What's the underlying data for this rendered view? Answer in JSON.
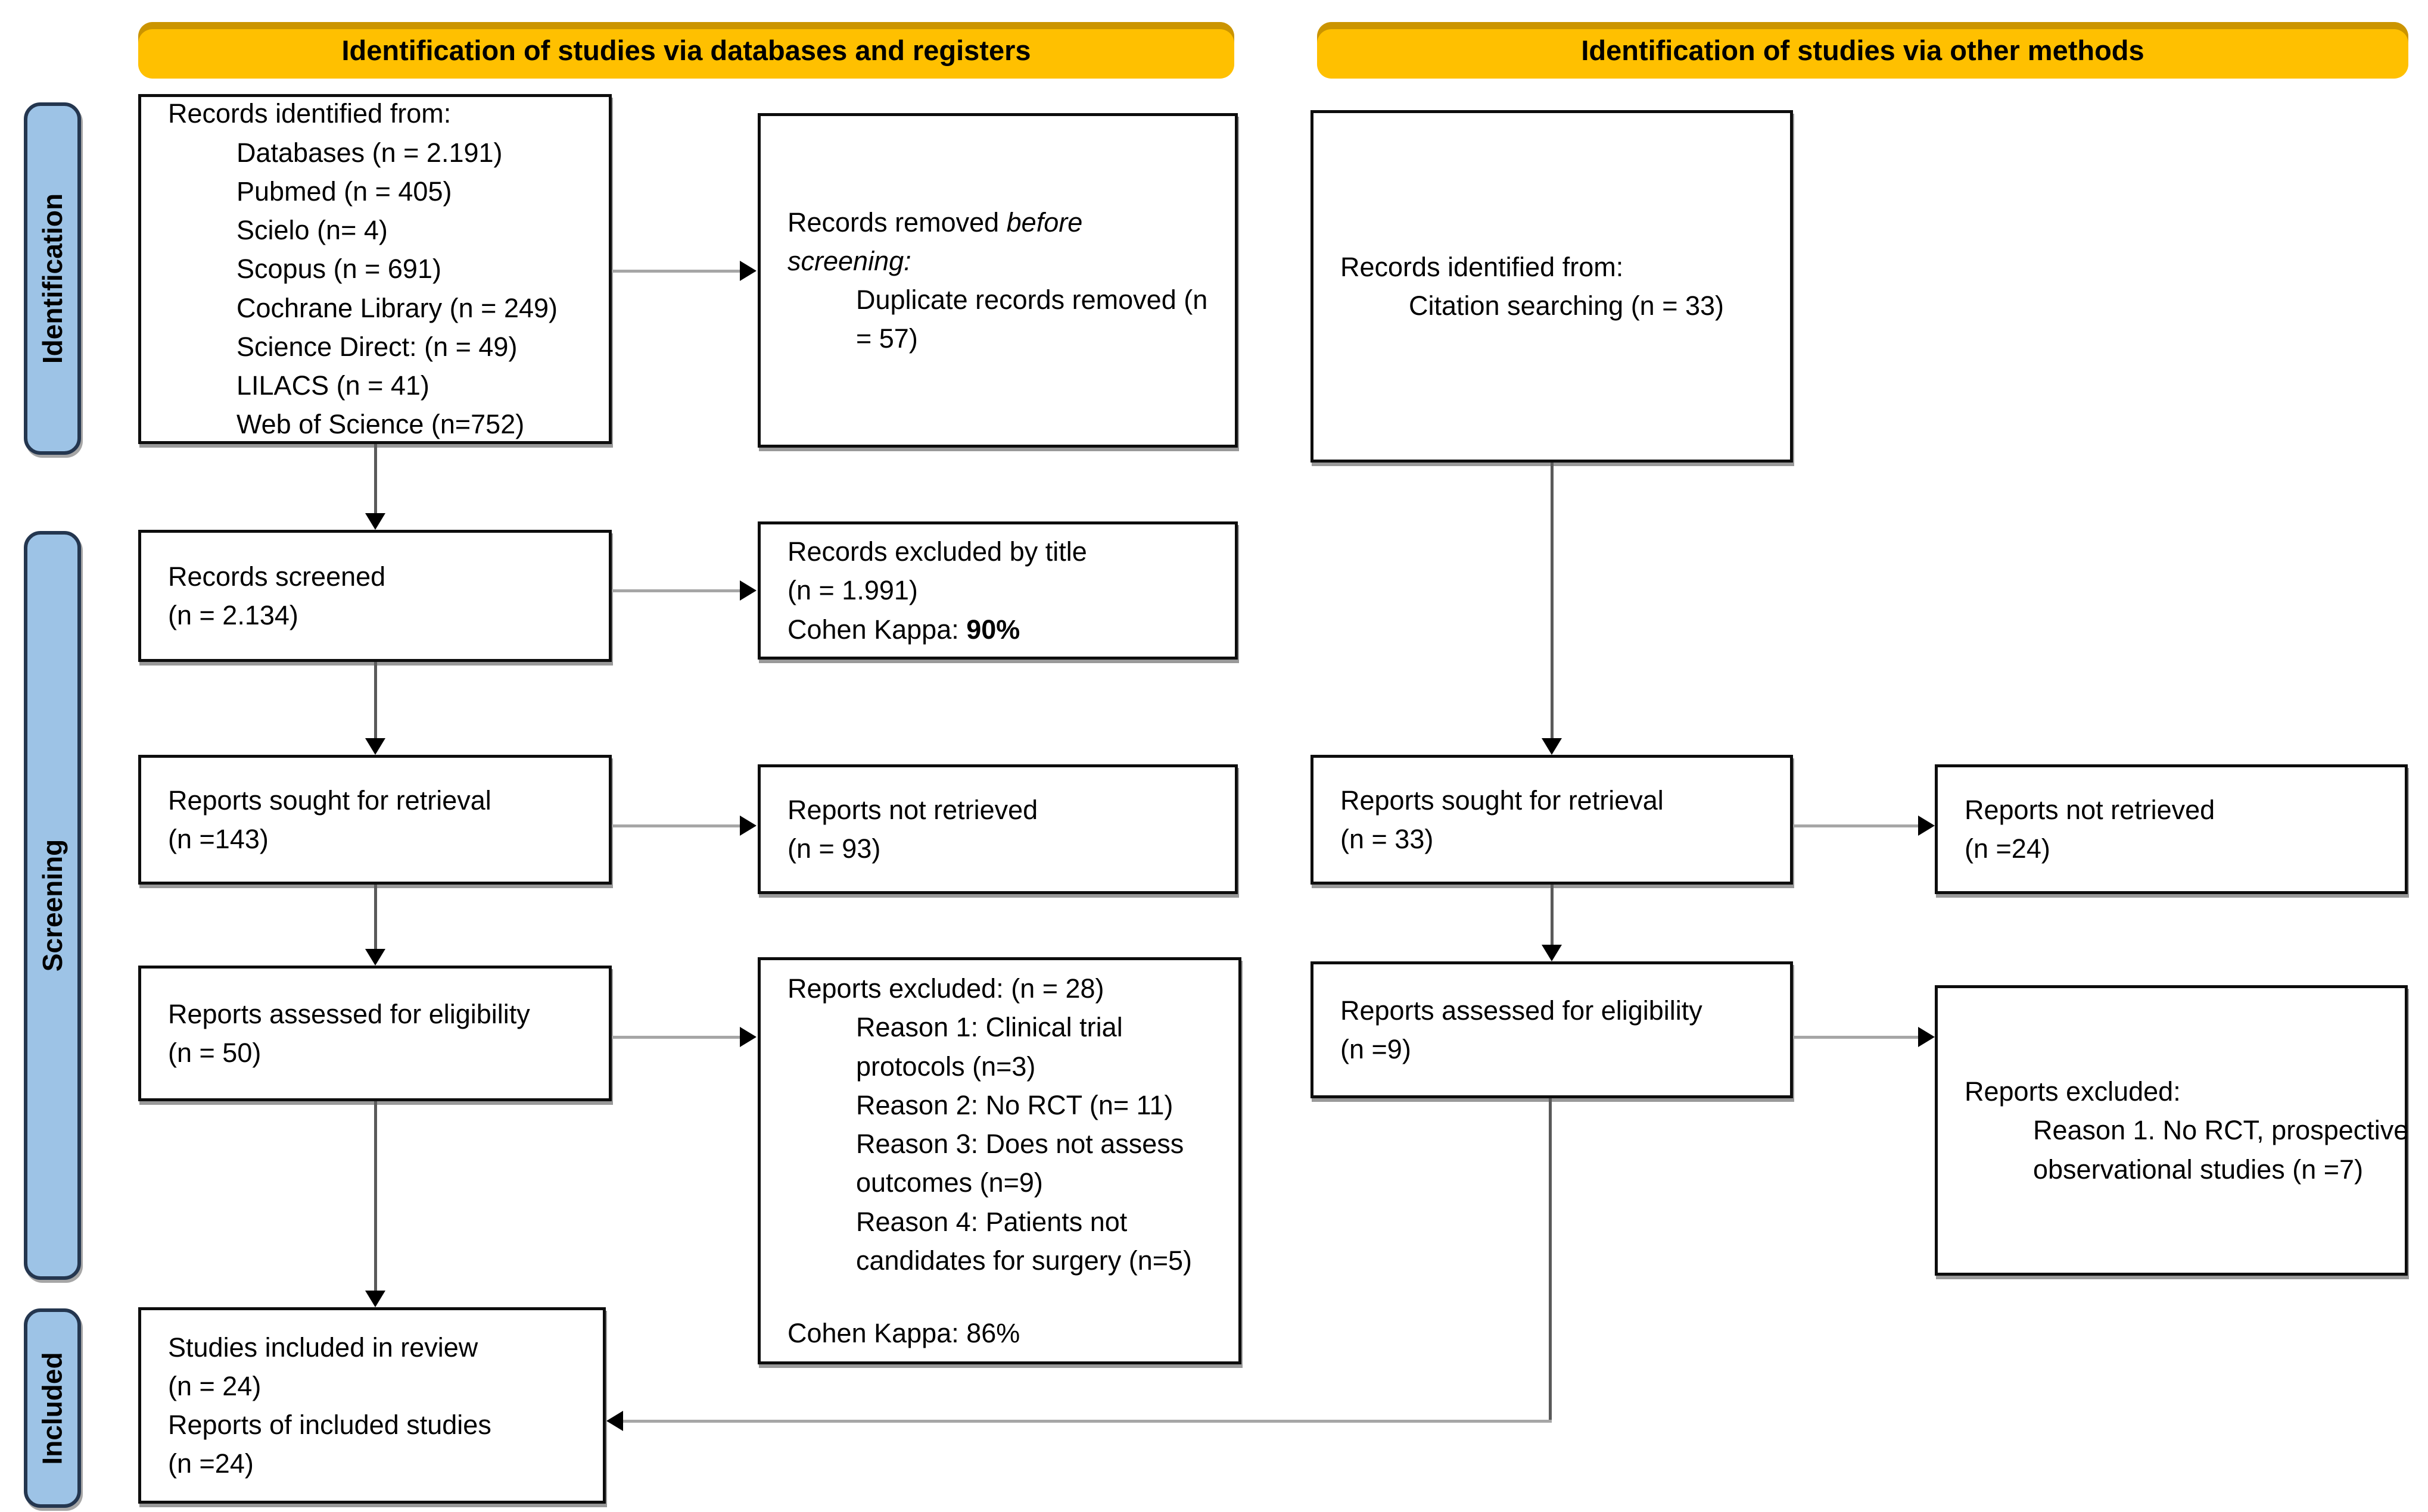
{
  "banners": {
    "left": "Identification of studies via databases and registers",
    "right": "Identification of studies via other methods"
  },
  "stages": {
    "identification": "Identification",
    "screening": "Screening",
    "included": "Included"
  },
  "colors": {
    "banner_fill": "#FFC000",
    "stage_fill": "#9DC3E6",
    "stage_border": "#24364F",
    "box_border": "#0d0d0d",
    "connector_vertical": "#5a5a5a",
    "connector_horizontal": "#a6a6a6",
    "arrowhead": "#000000"
  },
  "boxes": {
    "records_identified_db": {
      "lines": [
        "Records identified from:",
        "Databases (n = 2.191)",
        "Pubmed (n = 405)",
        "Scielo (n= 4)",
        "Scopus (n = 691)",
        "Cochrane Library (n = 249)",
        "Science Direct: (n = 49)",
        "LILACS (n = 41)",
        "Web of Science (n=752)"
      ]
    },
    "records_removed": {
      "prefix": "Records removed ",
      "italic_before": "before",
      "italic_screening": "screening:",
      "dup_line1": "Duplicate records removed (n",
      "dup_line2": "= 57)"
    },
    "records_identified_other": {
      "lines": [
        "Records identified from:",
        "Citation searching (n = 33)"
      ]
    },
    "records_screened": {
      "lines": [
        "Records screened",
        "(n = 2.134)"
      ]
    },
    "records_excluded_title": {
      "line1": "Records excluded by title",
      "line2": "(n = 1.991)",
      "kappa_label": "Cohen Kappa: ",
      "kappa_value": "90%"
    },
    "reports_sought_db": {
      "lines": [
        "Reports sought for retrieval",
        "(n =143)"
      ]
    },
    "reports_not_retrieved_db": {
      "lines": [
        "Reports not retrieved",
        "(n = 93)"
      ]
    },
    "reports_sought_other": {
      "lines": [
        "Reports sought for retrieval",
        "(n = 33)"
      ]
    },
    "reports_not_retrieved_other": {
      "lines": [
        "Reports not retrieved",
        "(n =24)"
      ]
    },
    "reports_assessed_db": {
      "lines": [
        "Reports assessed for eligibility",
        "(n = 50)"
      ]
    },
    "reports_excluded_db": {
      "header": "Reports excluded: (n = 28)",
      "reasons": [
        "Reason 1: Clinical trial",
        "protocols (n=3)",
        "Reason 2: No RCT (n= 11)",
        "Reason 3: Does not assess",
        "outcomes (n=9)",
        "Reason 4: Patients not",
        "candidates for surgery (n=5)"
      ],
      "kappa": "Cohen Kappa: 86%"
    },
    "reports_assessed_other": {
      "lines": [
        "Reports assessed for eligibility",
        "(n =9)"
      ]
    },
    "reports_excluded_other": {
      "header": "Reports excluded:",
      "reasons": [
        "Reason 1. No RCT, prospective",
        "observational studies (n =7)"
      ]
    },
    "studies_included": {
      "lines": [
        "Studies included in review",
        "(n = 24)",
        "Reports of included studies",
        "(n =24)"
      ]
    }
  }
}
